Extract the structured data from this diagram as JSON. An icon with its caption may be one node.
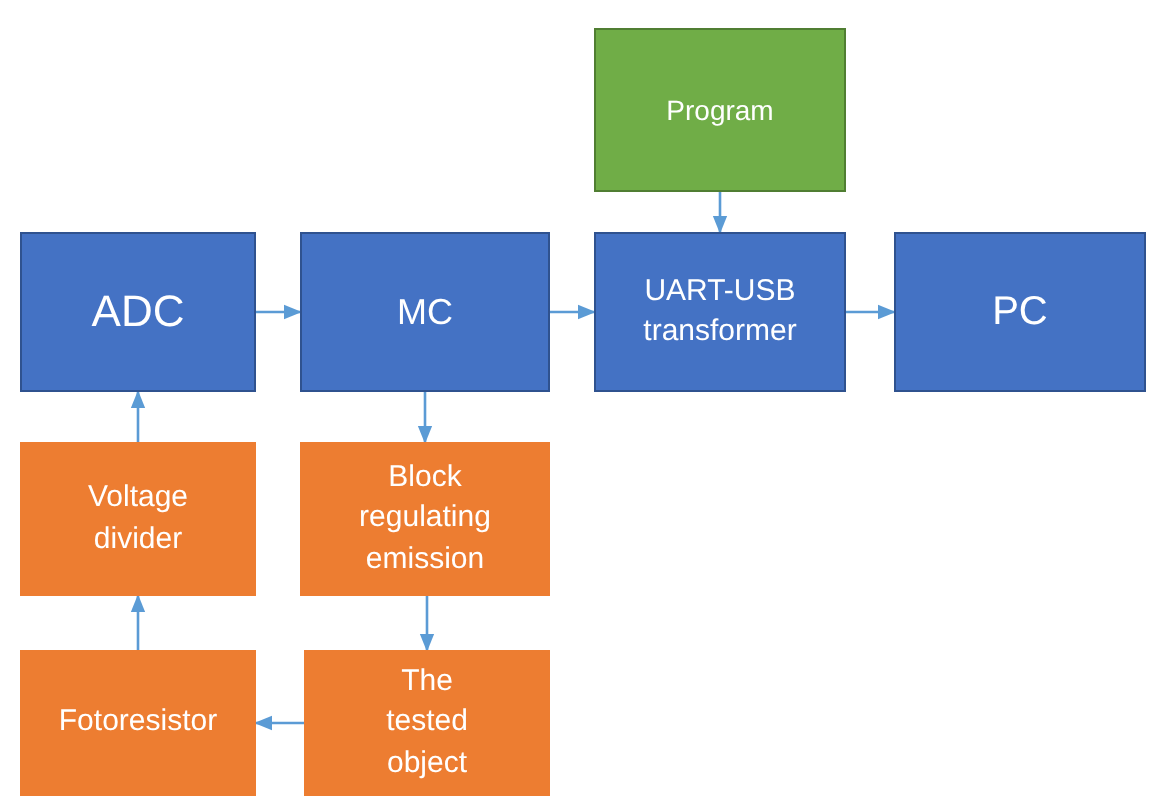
{
  "diagram": {
    "nodes": [
      {
        "text": [
          "Program"
        ]
      },
      {
        "text": [
          "ADC"
        ]
      },
      {
        "text": [
          "MC"
        ]
      },
      {
        "text": [
          "UART-USB transformer"
        ]
      },
      {
        "text": [
          "PC"
        ]
      },
      {
        "text": [
          "Voltage divider"
        ]
      },
      {
        "text": [
          "Block regulating emission"
        ]
      },
      {
        "text": [
          "Fotoresistor"
        ]
      },
      {
        "text": [
          "The tested object"
        ]
      }
    ],
    "edges": [
      {
        "from": 1,
        "to": 2,
        "arrow": "to"
      },
      {
        "from": 0,
        "to": 3,
        "arrow": "to"
      },
      {
        "from": 2,
        "to": 3,
        "arrow": "to"
      },
      {
        "from": 3,
        "to": 4,
        "arrow": "to"
      },
      {
        "from": 2,
        "to": 6,
        "arrow": "to"
      },
      {
        "from": 5,
        "to": 1,
        "arrow": "to"
      },
      {
        "from": 6,
        "to": 8,
        "arrow": "to"
      },
      {
        "from": 8,
        "to": 7,
        "arrow": "to"
      },
      {
        "from": 7,
        "to": 5,
        "arrow": "to"
      }
    ]
  }
}
